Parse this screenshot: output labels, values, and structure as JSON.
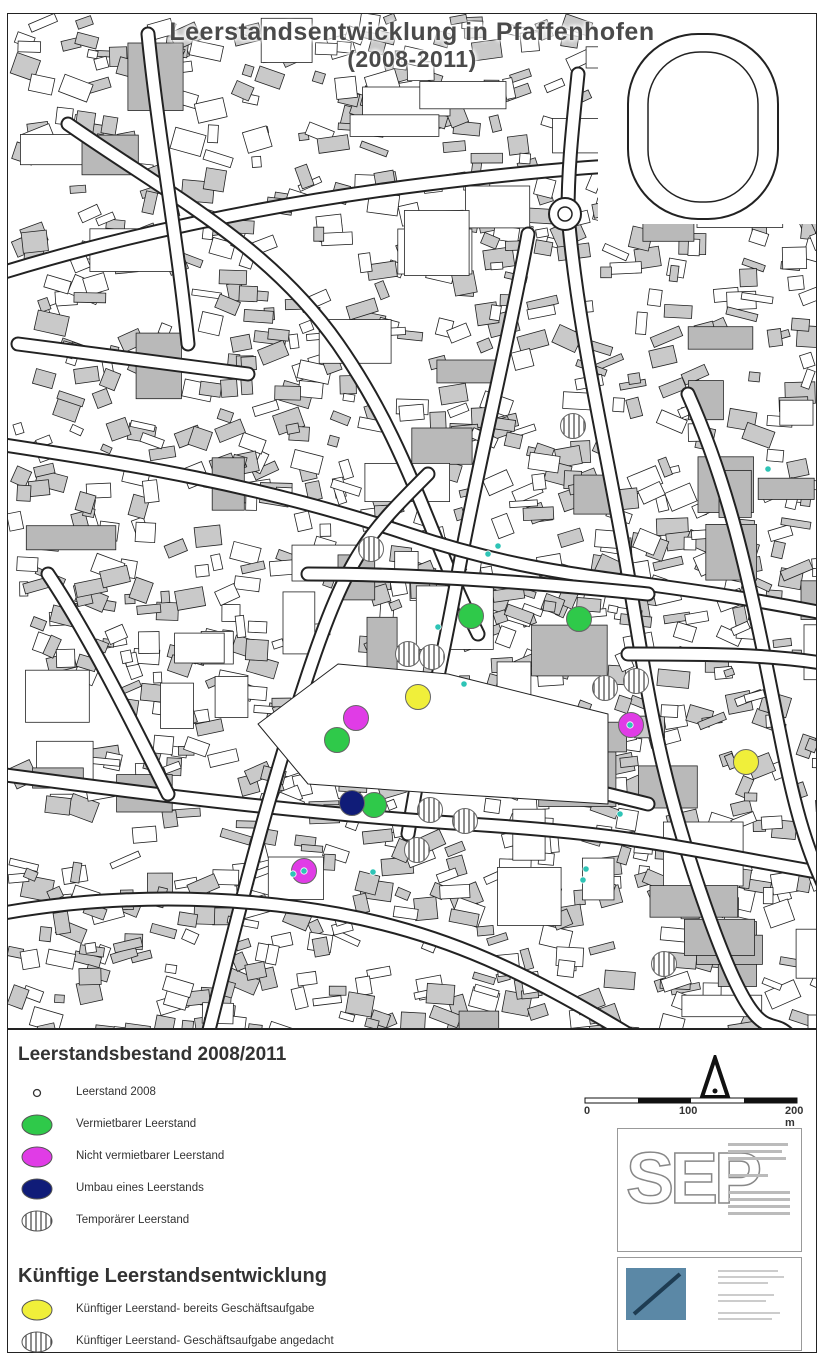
{
  "title_line1": "Leerstandsentwicklung in Pfaffenhofen",
  "title_line2": "(2008-2011)",
  "legend": {
    "heading_current": "Leerstandsbestand 2008/2011",
    "items_current": [
      {
        "label": "Leerstand 2008",
        "symbol": "small-dot-icon",
        "color": "#2ec4b6"
      },
      {
        "label": "Vermietbarer Leerstand",
        "symbol": "green-circle-icon",
        "color": "#2fc94a"
      },
      {
        "label": "Nicht vermietbarer Leerstand",
        "symbol": "magenta-circle-icon",
        "color": "#e03ce6"
      },
      {
        "label": "Umbau eines Leerstands",
        "symbol": "navy-circle-icon",
        "color": "#101c78"
      },
      {
        "label": "Temporärer Leerstand",
        "symbol": "hatched-circle-icon",
        "color": "#ffffff"
      }
    ],
    "heading_future": "Künftige Leerstandsentwicklung",
    "items_future": [
      {
        "label": "Künftiger Leerstand- bereits Geschäftsaufgabe",
        "symbol": "yellow-circle-icon",
        "color": "#f0ef3a"
      },
      {
        "label": "Künftiger Leerstand- Geschäftsaufgabe angedacht",
        "symbol": "hatched-circle-icon",
        "color": "#ffffff"
      }
    ]
  },
  "scale": {
    "ticks": [
      "0",
      "100",
      "200 m"
    ]
  },
  "north_arrow": "north-arrow-icon",
  "logo_text": "SEP",
  "colors": {
    "green": "#2fc94a",
    "magenta": "#e03ce6",
    "navy": "#101c78",
    "yellow": "#f0ef3a",
    "teal": "#2ec4b6"
  }
}
